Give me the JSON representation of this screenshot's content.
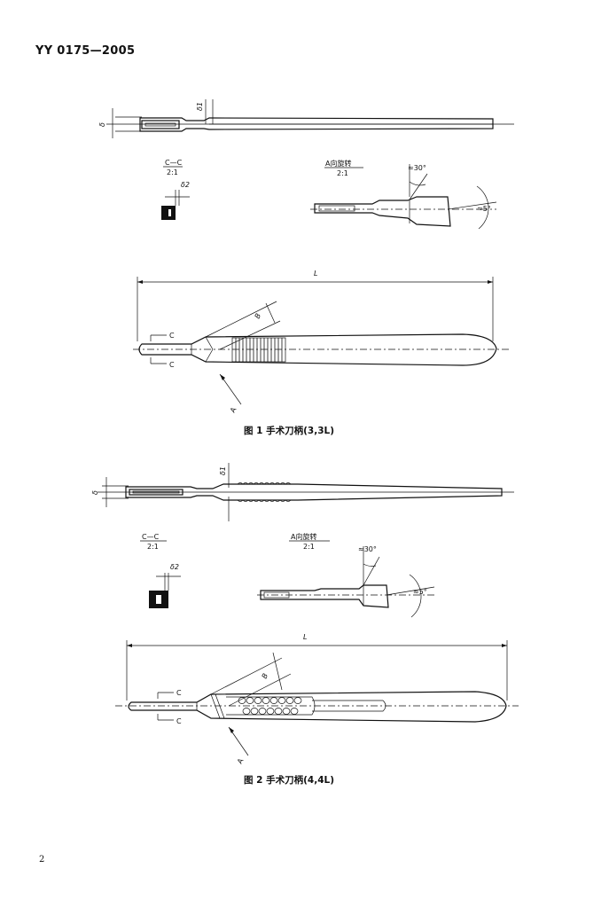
{
  "header": {
    "standard_no": "YY 0175—2005"
  },
  "figure1": {
    "caption": "图 1   手术刀柄(3,3L)",
    "section_label": "C—C",
    "section_scale": "2:1",
    "view_label": "A向旋转",
    "view_scale": "2:1",
    "dim_thickness": "δ",
    "dim_thickness_tip": "δ1",
    "dim_thickness_section": "δ2",
    "angle_tip": "≈30°",
    "angle_side": "≈5°",
    "dim_length": "L",
    "dim_width": "B",
    "section_mark": "C",
    "view_mark": "A"
  },
  "figure2": {
    "caption": "图 2   手术刀柄(4,4L)",
    "section_label": "C—C",
    "section_scale": "2:1",
    "view_label": "A向旋转",
    "view_scale": "2:1",
    "dim_thickness": "δ",
    "dim_thickness_tip": "δ1",
    "dim_thickness_section": "δ2",
    "angle_tip": "≈30°",
    "angle_side": "≈5°",
    "dim_length": "L",
    "dim_width": "B",
    "section_mark": "C",
    "view_mark": "A"
  },
  "page_number": "2"
}
